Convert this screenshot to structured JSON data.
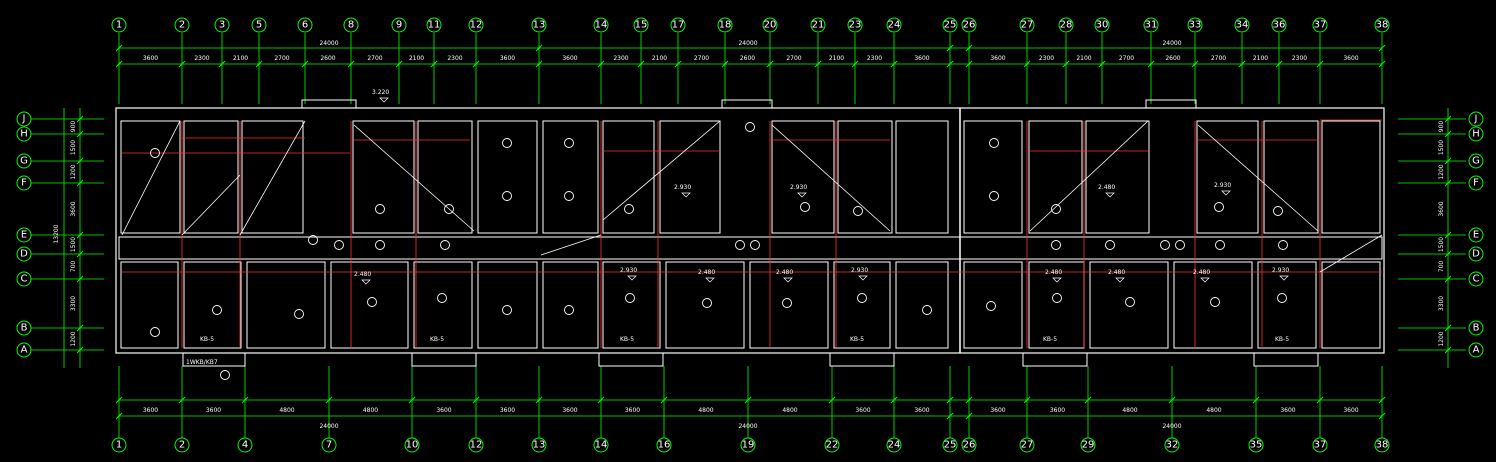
{
  "colors": {
    "background": "#000000",
    "axis_line": "#00ff00",
    "wall": "#ffffff",
    "structure": "#ff3030",
    "text": "#ffffff"
  },
  "top_axes": [
    "1",
    "2",
    "3",
    "5",
    "6",
    "8",
    "9",
    "11",
    "12",
    "13",
    "14",
    "15",
    "17",
    "18",
    "20",
    "21",
    "23",
    "24",
    "25",
    "26",
    "27",
    "28",
    "30",
    "31",
    "33",
    "34",
    "36",
    "37",
    "38"
  ],
  "top_spans": [
    "3600",
    "2300",
    "2100",
    "2700",
    "2600",
    "2700",
    "2100",
    "2300",
    "3600",
    "3600",
    "2300",
    "2100",
    "2700",
    "2600",
    "2700",
    "2100",
    "2300",
    "3600",
    "3600",
    "2300",
    "2100",
    "2700",
    "2600",
    "2700",
    "2100",
    "2300",
    "3600"
  ],
  "top_totals": [
    "24000",
    "24000",
    "24000"
  ],
  "bottom_axes": [
    "1",
    "2",
    "4",
    "7",
    "10",
    "12",
    "13",
    "14",
    "16",
    "19",
    "22",
    "24",
    "25",
    "26",
    "27",
    "29",
    "32",
    "35",
    "37",
    "38"
  ],
  "bottom_spans": [
    "3600",
    "3600",
    "4800",
    "4800",
    "3600",
    "3600",
    "3600",
    "3600",
    "4800",
    "4800",
    "3600",
    "3600",
    "3600",
    "3600",
    "4800",
    "4800",
    "3600",
    "3600"
  ],
  "bottom_totals": [
    "24000",
    "24000",
    "24000"
  ],
  "row_axes": [
    "J",
    "H",
    "G",
    "F",
    "E",
    "D",
    "C",
    "B",
    "A"
  ],
  "side_dims": [
    "900",
    "1500",
    "1200",
    "3600",
    "1500",
    "700",
    "3300",
    "1200"
  ],
  "overall_depth": "13200",
  "level_notes": {
    "entry": "3.220",
    "upper_rooms": [
      "2.930",
      "2.930",
      "2.480",
      "2.930"
    ],
    "lower_rooms": [
      "2.480",
      "2.930",
      "2.480",
      "2.480",
      "2.930",
      "2.480",
      "2.480",
      "2.480",
      "2.930"
    ]
  },
  "tags": {
    "ac_shelf": "KB-5",
    "entry_tag": "1WKB/KB7"
  }
}
